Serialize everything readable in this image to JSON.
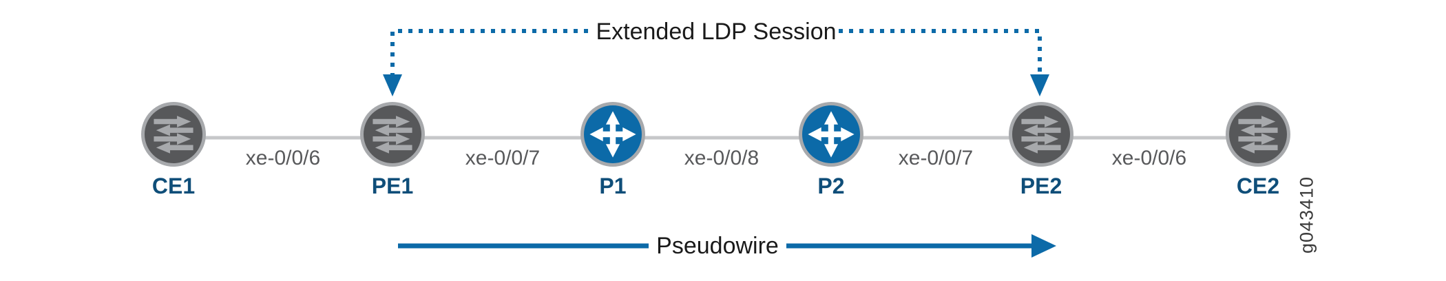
{
  "diagram": {
    "type": "network-topology"
  },
  "nodes": [
    {
      "label": "CE1",
      "icon": "switch-icon",
      "color": "#57585A"
    },
    {
      "label": "PE1",
      "icon": "switch-icon",
      "color": "#57585A"
    },
    {
      "label": "P1",
      "icon": "router-icon",
      "color": "#0C6AA8"
    },
    {
      "label": "P2",
      "icon": "router-icon",
      "color": "#0C6AA8"
    },
    {
      "label": "PE2",
      "icon": "switch-icon",
      "color": "#57585A"
    },
    {
      "label": "CE2",
      "icon": "switch-icon",
      "color": "#57585A"
    }
  ],
  "links": [
    {
      "from": "CE1",
      "to": "PE1",
      "label": "xe-0/0/6"
    },
    {
      "from": "PE1",
      "to": "P1",
      "label": "xe-0/0/7"
    },
    {
      "from": "P1",
      "to": "P2",
      "label": "xe-0/0/8"
    },
    {
      "from": "P2",
      "to": "PE2",
      "label": "xe-0/0/7"
    },
    {
      "from": "PE2",
      "to": "CE2",
      "label": "xe-0/0/6"
    }
  ],
  "annotations": {
    "ldp_session_label": "Extended LDP Session",
    "pseudowire_label": "Pseudowire",
    "figure_id": "g043410"
  },
  "colors": {
    "accent_blue": "#0C6AA8",
    "node_gray": "#57585A",
    "ring_gray": "#A7A9AC",
    "line_gray": "#C6C7C9",
    "node_label_blue": "#0F4E79",
    "interface_text_gray": "#58595B",
    "annotation_text": "#1A1A1A"
  }
}
